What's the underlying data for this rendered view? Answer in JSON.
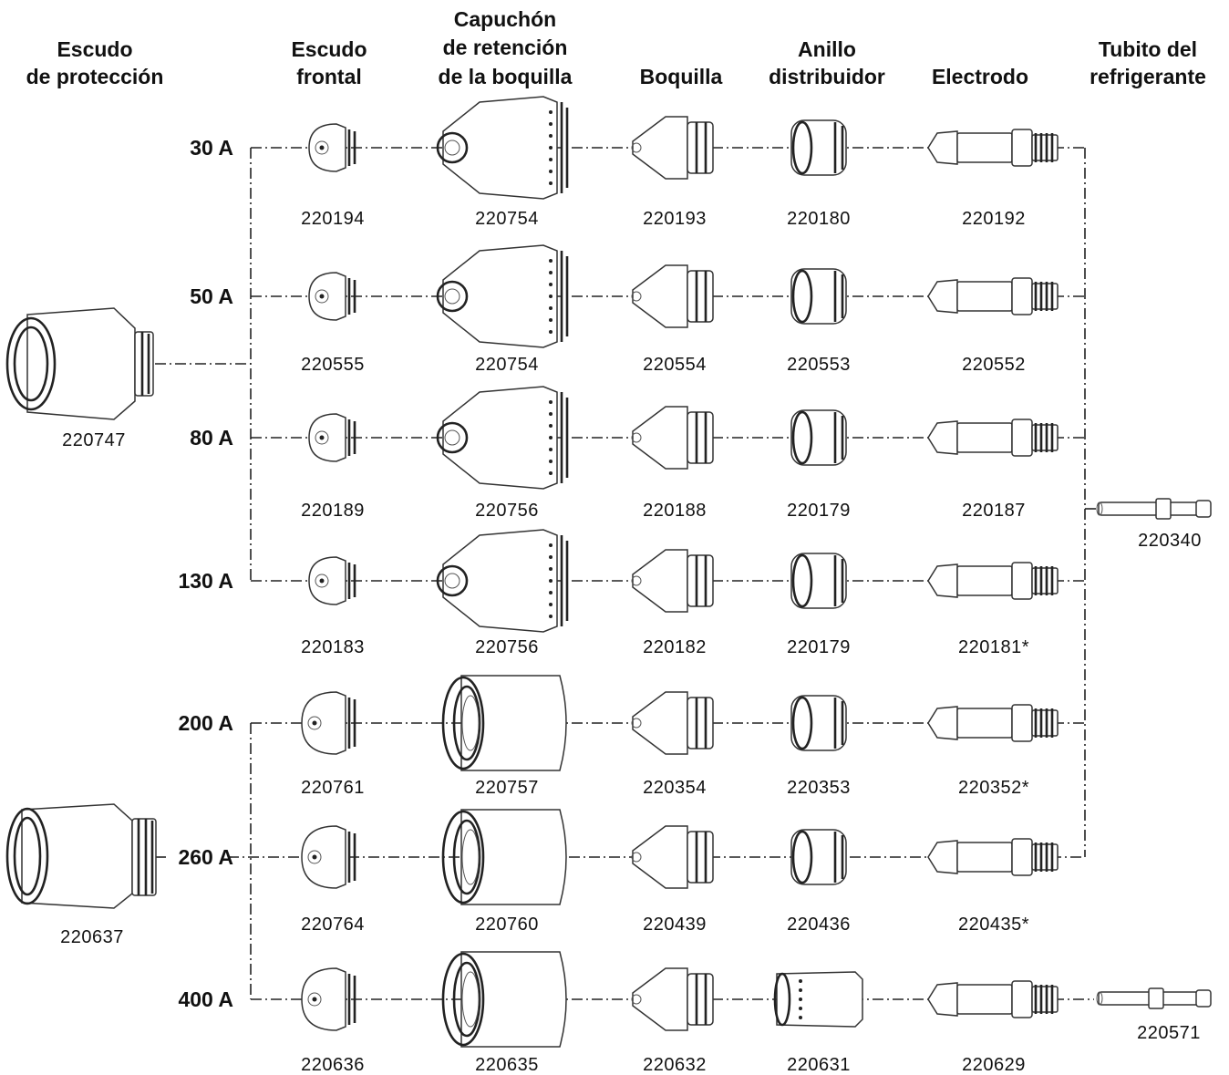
{
  "headers": {
    "shield": [
      "Escudo",
      "de protección"
    ],
    "front_shield": [
      "Escudo",
      "frontal"
    ],
    "retaining_cap": [
      "Capuchón",
      "de retención",
      "de la boquilla"
    ],
    "nozzle": [
      "Boquilla"
    ],
    "swirl_ring": [
      "Anillo",
      "distribuidor"
    ],
    "electrode": [
      "Electrodo"
    ],
    "coolant_tube": [
      "Tubito del",
      "refrigerante"
    ]
  },
  "shields": [
    {
      "part": "220747",
      "group": "30–130 A"
    },
    {
      "part": "220637",
      "group": "200–400 A"
    }
  ],
  "coolant_tubes": [
    "220340",
    "220571"
  ],
  "rows": [
    {
      "amps": "30 A",
      "front_shield": "220194",
      "retaining_cap": "220754",
      "nozzle": "220193",
      "swirl_ring": "220180",
      "electrode": "220192"
    },
    {
      "amps": "50 A",
      "front_shield": "220555",
      "retaining_cap": "220754",
      "nozzle": "220554",
      "swirl_ring": "220553",
      "electrode": "220552"
    },
    {
      "amps": "80 A",
      "front_shield": "220189",
      "retaining_cap": "220756",
      "nozzle": "220188",
      "swirl_ring": "220179",
      "electrode": "220187"
    },
    {
      "amps": "130 A",
      "front_shield": "220183",
      "retaining_cap": "220756",
      "nozzle": "220182",
      "swirl_ring": "220179",
      "electrode": "220181*"
    },
    {
      "amps": "200 A",
      "front_shield": "220761",
      "retaining_cap": "220757",
      "nozzle": "220354",
      "swirl_ring": "220353",
      "electrode": "220352*"
    },
    {
      "amps": "260 A",
      "front_shield": "220764",
      "retaining_cap": "220760",
      "nozzle": "220439",
      "swirl_ring": "220436",
      "electrode": "220435*"
    },
    {
      "amps": "400 A",
      "front_shield": "220636",
      "retaining_cap": "220635",
      "nozzle": "220632",
      "swirl_ring": "220631",
      "electrode": "220629"
    }
  ]
}
